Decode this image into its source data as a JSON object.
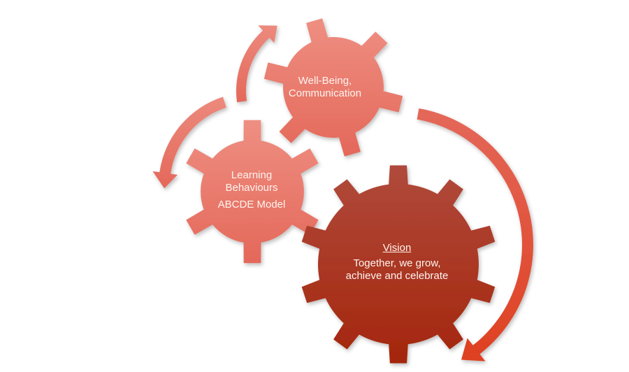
{
  "diagram": {
    "type": "gear-cycle",
    "colors": {
      "small_gear_top": "#ee8f82",
      "small_gear_bottom": "#e4685a",
      "large_gear_top": "#b04a3c",
      "large_gear_bottom": "#a4260c",
      "arrow_light": "#ec8a7d",
      "arrow_dark": "#de4020"
    },
    "gears": [
      {
        "id": "wellbeing",
        "lines": [
          "Well-Being,",
          "Communication"
        ]
      },
      {
        "id": "learning",
        "lines": [
          "Learning",
          "Behaviours"
        ],
        "subtitle": "ABCDE Model"
      },
      {
        "id": "vision",
        "title": "Vision",
        "lines": [
          "Together, we grow,",
          "achieve and celebrate"
        ]
      }
    ],
    "arrows": [
      {
        "id": "arrow-to-wellbeing",
        "direction": "clockwise"
      },
      {
        "id": "arrow-to-learning",
        "direction": "counter-clockwise"
      },
      {
        "id": "arrow-around-vision",
        "direction": "clockwise"
      }
    ]
  }
}
